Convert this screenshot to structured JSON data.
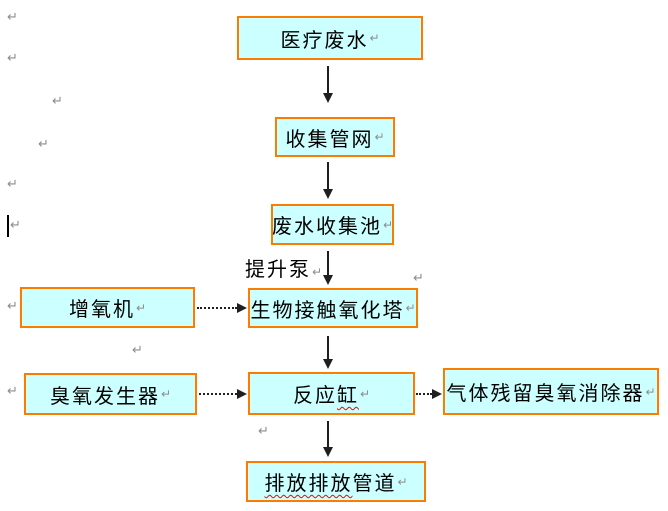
{
  "colors": {
    "box_fill": "#ccffff",
    "box_border": "#fa7d00",
    "arrow": "#1f1f1f",
    "mark": "#8c8c8c",
    "spellcheck": "#ff0000"
  },
  "diagram": {
    "paragraph_mark": "↵",
    "edge_label": "提升泵",
    "nodes": {
      "medical_wastewater": "医疗废水",
      "collection_network": "收集管网",
      "collection_pool": "废水收集池",
      "aerator": "增氧机",
      "bio_tower": "生物接触氧化塔",
      "ozone_generator": "臭氧发生器",
      "reaction_tank": {
        "normal": "反应",
        "misspelled": "缸"
      },
      "gas_ozone_eliminator": "气体残留臭氧消除器",
      "discharge_pipe": {
        "misspelled": "排放排放",
        "normal": "管道"
      }
    },
    "edges": [
      {
        "from": "医疗废水",
        "to": "收集管网",
        "style": "solid-arrow-down"
      },
      {
        "from": "收集管网",
        "to": "废水收集池",
        "style": "solid-arrow-down"
      },
      {
        "from": "废水收集池",
        "to": "生物接触氧化塔",
        "style": "solid-arrow-down",
        "label": "提升泵"
      },
      {
        "from": "增氧机",
        "to": "生物接触氧化塔",
        "style": "dotted-arrow-right"
      },
      {
        "from": "生物接触氧化塔",
        "to": "反应缸",
        "style": "solid-arrow-down"
      },
      {
        "from": "臭氧发生器",
        "to": "反应缸",
        "style": "dotted-arrow-right"
      },
      {
        "from": "反应缸",
        "to": "气体残留臭氧消除器",
        "style": "dotted-arrow-right"
      },
      {
        "from": "反应缸",
        "to": "排放排放管道",
        "style": "solid-arrow-down"
      }
    ]
  }
}
